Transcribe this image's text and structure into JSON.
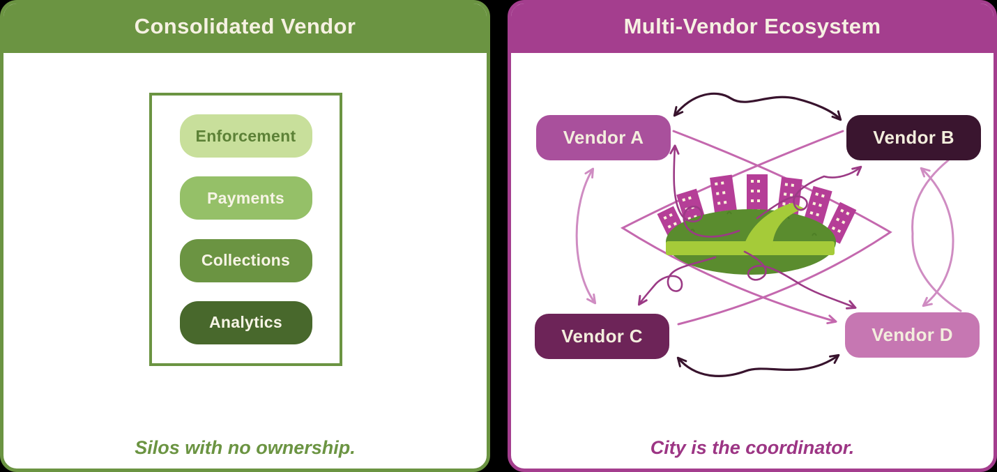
{
  "left_panel": {
    "title": "Consolidated Vendor",
    "caption": "Silos with no ownership.",
    "accent_color": "#6b9442",
    "pills": [
      {
        "label": "Enforcement",
        "bg": "#c8df9b",
        "fg": "#5c8136"
      },
      {
        "label": "Payments",
        "bg": "#95c068",
        "fg": "#f7f4e6"
      },
      {
        "label": "Collections",
        "bg": "#6b9442",
        "fg": "#f7f4e6"
      },
      {
        "label": "Analytics",
        "bg": "#48682c",
        "fg": "#f7f4e6"
      }
    ]
  },
  "right_panel": {
    "title": "Multi-Vendor Ecosystem",
    "caption": "City is the coordinator.",
    "accent_color": "#a43e8e",
    "caption_color": "#9c3584",
    "vendors": [
      {
        "label": "Vendor A",
        "bg": "#a9509c"
      },
      {
        "label": "Vendor B",
        "bg": "#3a152f"
      },
      {
        "label": "Vendor C",
        "bg": "#6d2458"
      },
      {
        "label": "Vendor D",
        "bg": "#c677b2"
      }
    ],
    "arrow_colors": {
      "dark": "#38132d",
      "light_pink": "#cf8cc2",
      "mid_pink": "#c468ae",
      "curl_magenta": "#9b3a85"
    },
    "city_illustration": {
      "icon": "city-on-green-hill-icon",
      "hill_color": "#5a8c2e",
      "road_color": "#a5cb39",
      "building_color": "#b53e97",
      "window_color": "#fbf4da"
    }
  }
}
